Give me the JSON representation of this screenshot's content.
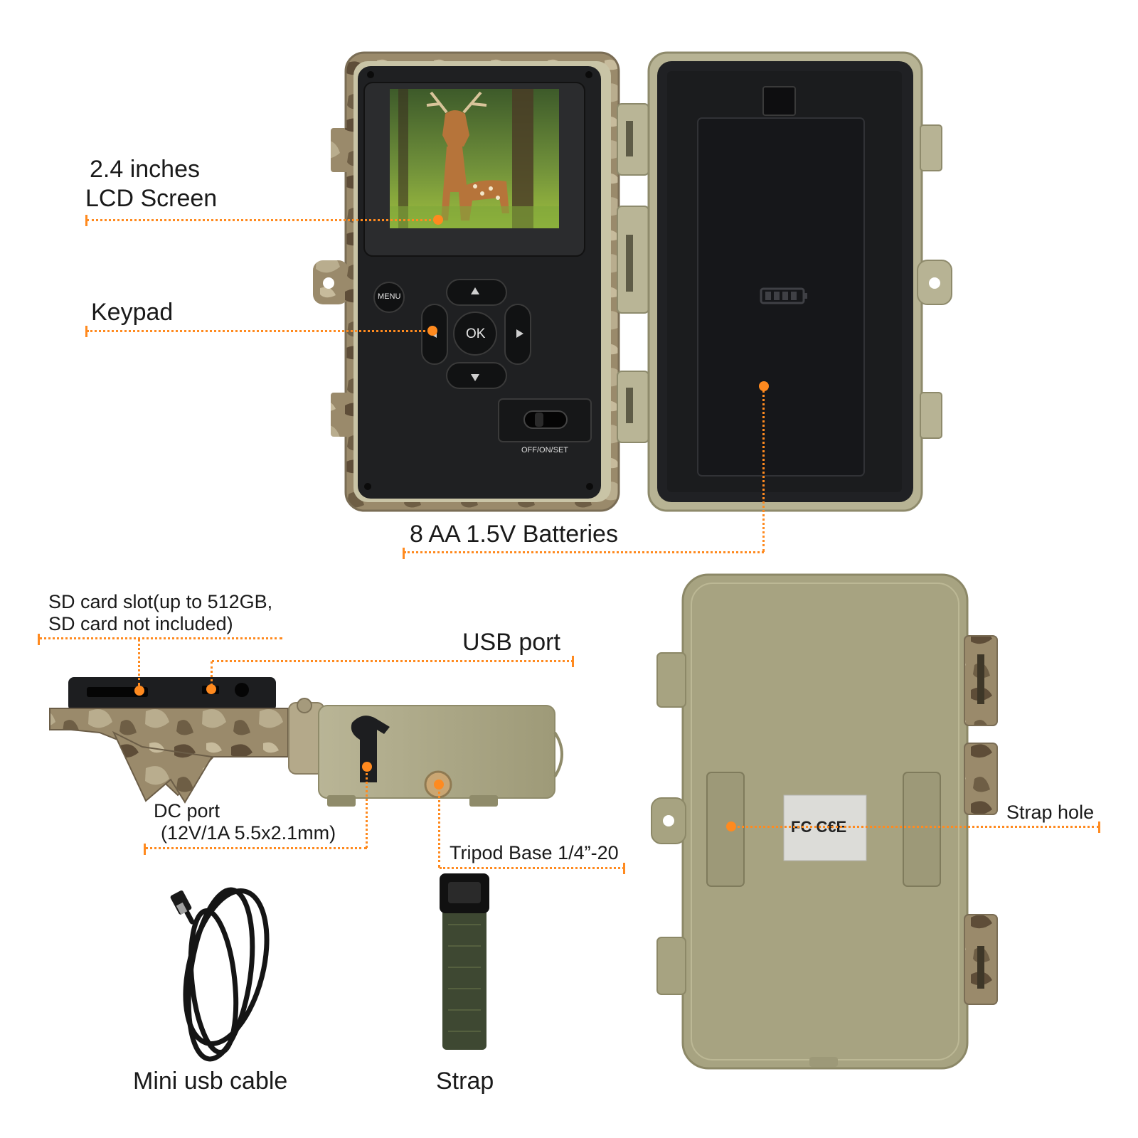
{
  "labels": {
    "lcd_line1": "2.4 inches",
    "lcd_line2": "LCD Screen",
    "keypad": "Keypad",
    "batteries": "8 AA 1.5V Batteries",
    "sd_line1": "SD card slot(up to 512GB,",
    "sd_line2": "SD card not included)",
    "usb_port": "USB port",
    "dc_line1": "DC port",
    "dc_line2": "(12V/1A 5.5x2.1mm)",
    "tripod": "Tripod Base 1/4”-20",
    "strap_hole": "Strap hole",
    "mini_usb": "Mini usb cable",
    "strap": "Strap"
  },
  "device": {
    "menu_button": "MENU",
    "ok_button": "OK",
    "switch_label": "OFF/ON/SET",
    "cert_marks": "FC C€E"
  },
  "colors": {
    "accent": "#ff8a1f",
    "housing": "#a7a381",
    "panel": "#1f2022",
    "camo": "#8d7a5e"
  },
  "icons": [
    "arrow-up-icon",
    "arrow-down-icon",
    "arrow-left-icon",
    "arrow-right-icon",
    "battery-icon",
    "fcc-ce-icon"
  ]
}
